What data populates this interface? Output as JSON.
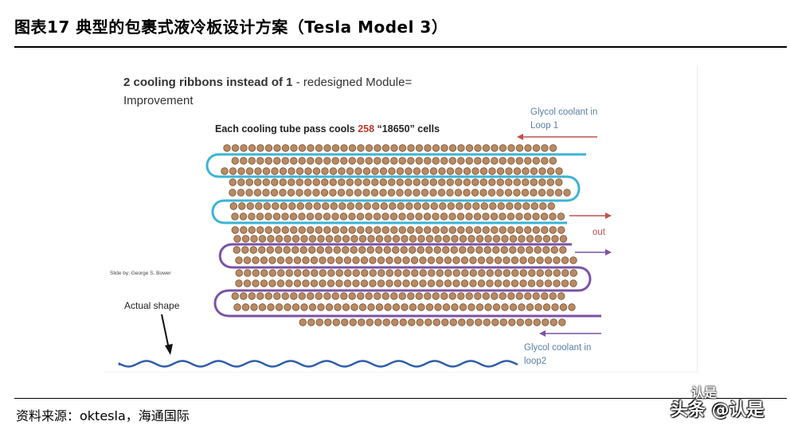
{
  "header": {
    "title": "图表17  典型的包裹式液冷板设计方案（Tesla Model 3）"
  },
  "diagram": {
    "heading_bold": "2 cooling ribbons instead of 1",
    "heading_rest": " - redesigned Module=",
    "heading_line2": "Improvement",
    "subheading_pre": "Each cooling tube pass cools ",
    "subheading_highlight": "258",
    "subheading_post": " “18650” cells",
    "loop1_label_line1": "Glycol coolant in",
    "loop1_label_line2": "Loop 1",
    "out_label": "out",
    "credit": "Slide by: George S. Bower",
    "actual_shape_label": "Actual shape",
    "loop2_label_line1": "Glycol coolant in",
    "loop2_label_line2": "loop2",
    "colors": {
      "loop1": "#3bb3d6",
      "loop2": "#7a52a6",
      "cell_fill": "#b98a63",
      "cell_stroke": "#7a5535",
      "arrow_red": "#c0504d",
      "arrow_purple": "#7a52a6",
      "highlight_red": "#c0392b",
      "label_blue": "#5a7fa8",
      "wave_blue": "#2e5fa8"
    }
  },
  "footer": {
    "source": "资料来源：oktesla，海通国际"
  },
  "watermark": {
    "text": "头条 @认是",
    "small": "认是"
  }
}
